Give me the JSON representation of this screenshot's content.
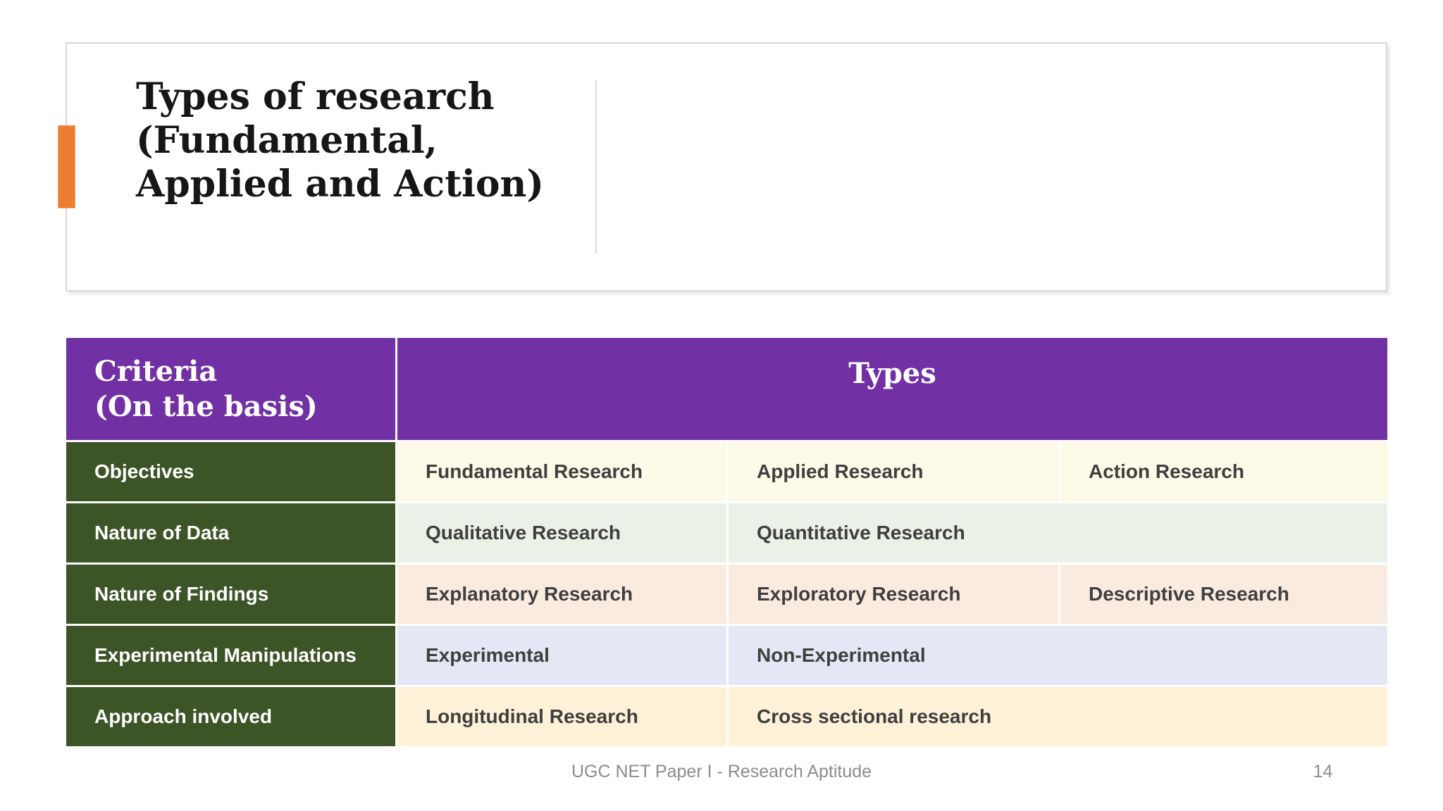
{
  "slide": {
    "title_lines": [
      "Types of research",
      "(Fundamental,",
      "Applied and Action)"
    ],
    "footer": {
      "text": "UGC NET Paper I - Research Aptitude",
      "page_number": "14"
    }
  },
  "table": {
    "header": {
      "criteria_line1": "Criteria",
      "criteria_line2": "(On the basis)",
      "types_label": "Types"
    },
    "rows": [
      {
        "label": "Objectives",
        "bg": "#FEFAE8",
        "cells": [
          "Fundamental Research",
          "Applied Research",
          "Action Research"
        ]
      },
      {
        "label": "Nature of Data",
        "bg": "#EAF1E7",
        "cells": [
          "Qualitative Research",
          "Quantitative Research"
        ]
      },
      {
        "label": "Nature of Findings",
        "bg": "#FAEBE1",
        "cells": [
          "Explanatory Research",
          "Exploratory Research",
          "Descriptive Research"
        ]
      },
      {
        "label": "Experimental Manipulations",
        "bg": "#E4E8F5",
        "cells": [
          "Experimental",
          "Non-Experimental"
        ]
      },
      {
        "label": "Approach involved",
        "bg": "#FDF2D8",
        "cells": [
          "Longitudinal Research",
          "Cross sectional research"
        ]
      }
    ]
  },
  "colors": {
    "accent_orange": "#ED7D31",
    "header_purple": "#7230A5",
    "label_green": "#3D5427",
    "cell_text": "#3F3F3F",
    "footer_gray": "#8C8C8C"
  }
}
